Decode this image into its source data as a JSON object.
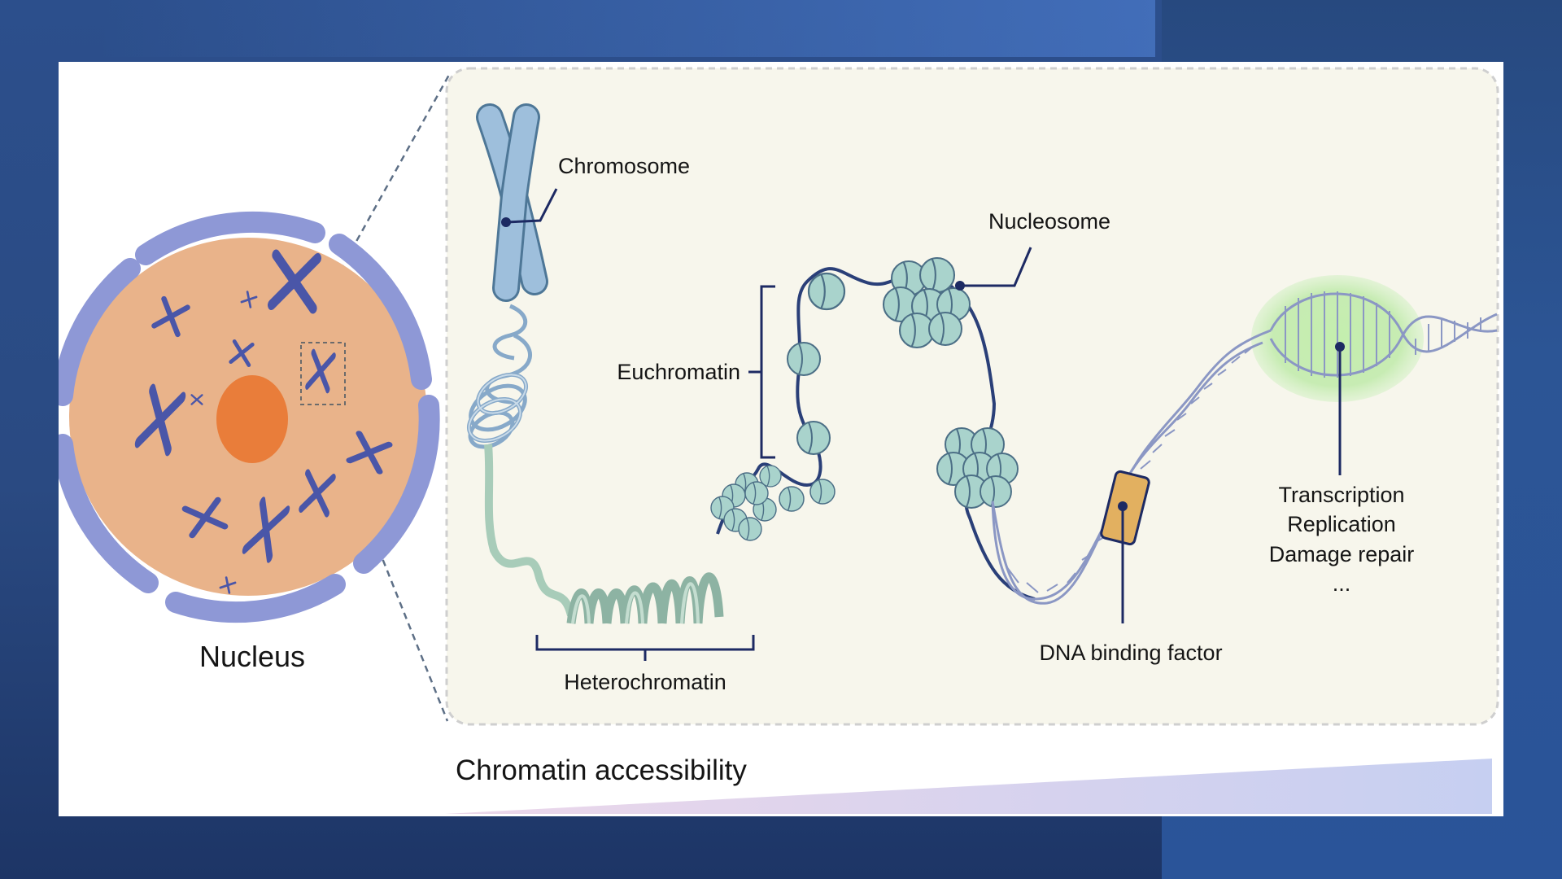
{
  "labels": {
    "nucleus": "Nucleus",
    "chromosome": "Chromosome",
    "nucleosome": "Nucleosome",
    "euchromatin": "Euchromatin",
    "heterochromatin": "Heterochromatin",
    "dna_binding_factor": "DNA binding factor",
    "processes": [
      "Transcription",
      "Replication",
      "Damage repair",
      "..."
    ],
    "chromatin_accessibility": "Chromatin accessibility"
  },
  "colors": {
    "nucleus_fill": "#e9b38a",
    "nuclear_envelope": "#8e98d6",
    "nucleolus": "#e97d3a",
    "chromosome_small": "#4a56a8",
    "chromosome_detail": "#9ebfdc",
    "nucleosome": "#a9d3cc",
    "panel_bg": "#f7f6ec",
    "leader_line": "#1d2a63",
    "binding_factor": "#e2b060",
    "active_glow": "#b9e8a4",
    "gradient_start": "#e6d2ea",
    "gradient_end": "#c7cff0"
  }
}
